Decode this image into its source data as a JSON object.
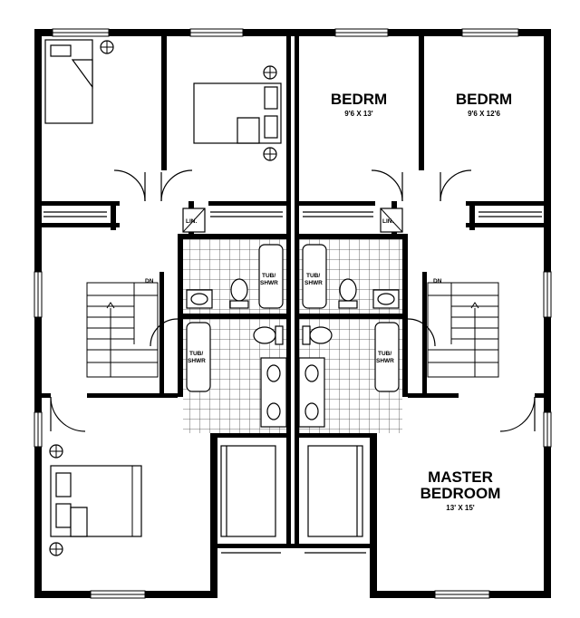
{
  "rooms": {
    "bedroom_center": {
      "name": "BEDRM",
      "dims": "9'6 X 13'"
    },
    "bedroom_right": {
      "name": "BEDRM",
      "dims": "9'6 X 12'6"
    },
    "master": {
      "line1": "MASTER",
      "line2": "BEDROOM",
      "dims": "13' X 15'"
    }
  },
  "closets": {
    "left": "LIN.",
    "right": "LIN."
  },
  "fixtures": {
    "tub_upper_left": [
      "TUB/",
      "SHWR"
    ],
    "tub_upper_right": [
      "TUB/",
      "SHWR"
    ],
    "tub_lower_left": [
      "TUB/",
      "SHWR"
    ],
    "tub_lower_right": [
      "TUB/",
      "SHWR"
    ]
  },
  "stairs": {
    "left": "DN",
    "right": "DN"
  }
}
